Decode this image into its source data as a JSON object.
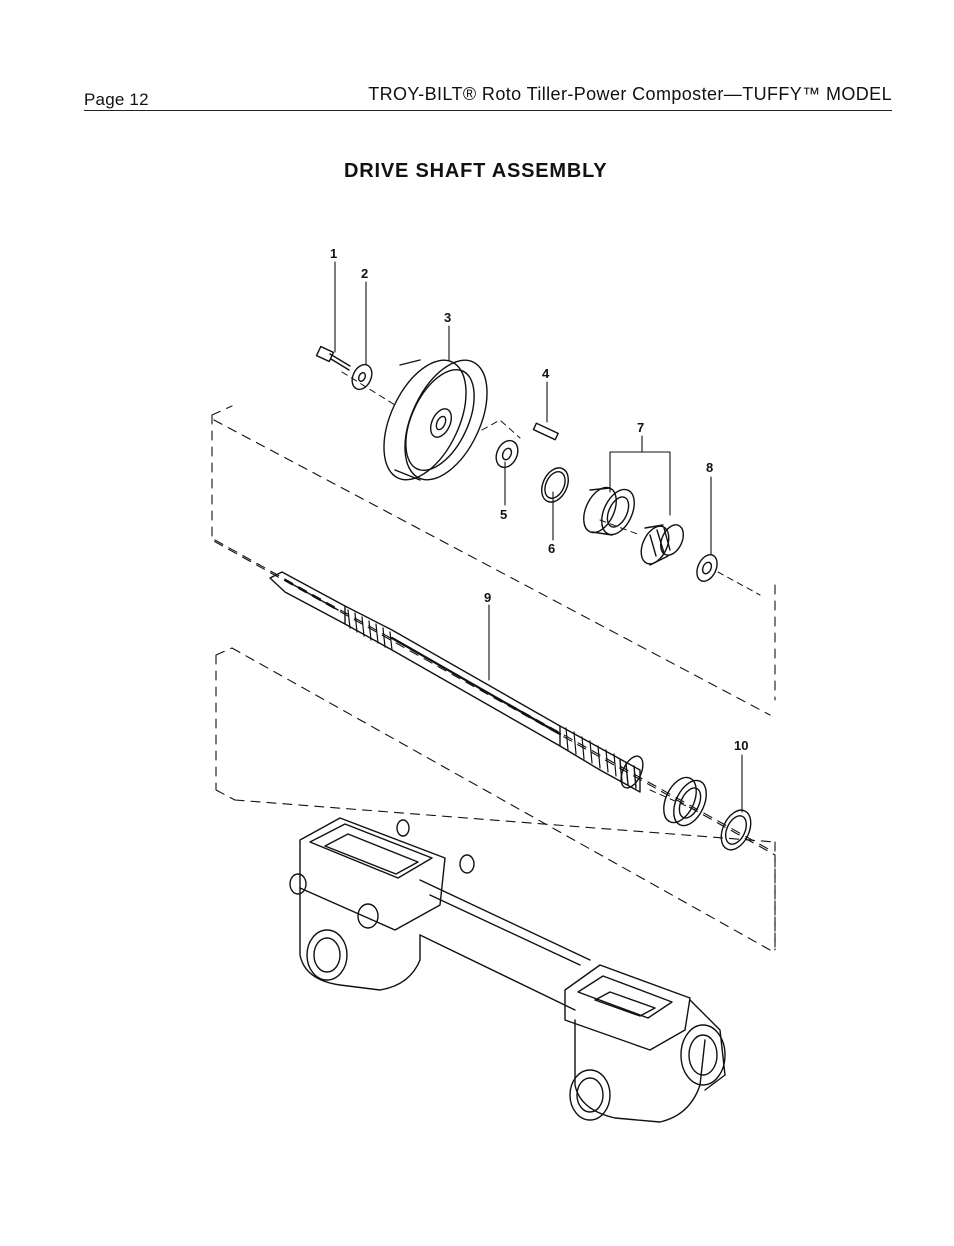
{
  "header": {
    "page_label": "Page 12",
    "document_title": "TROY-BILT® Roto Tiller-Power Composter—TUFFY™ MODEL"
  },
  "section_title": "DRIVE SHAFT ASSEMBLY",
  "callouts": [
    "1",
    "2",
    "3",
    "4",
    "5",
    "6",
    "7",
    "8",
    "9",
    "10"
  ]
}
